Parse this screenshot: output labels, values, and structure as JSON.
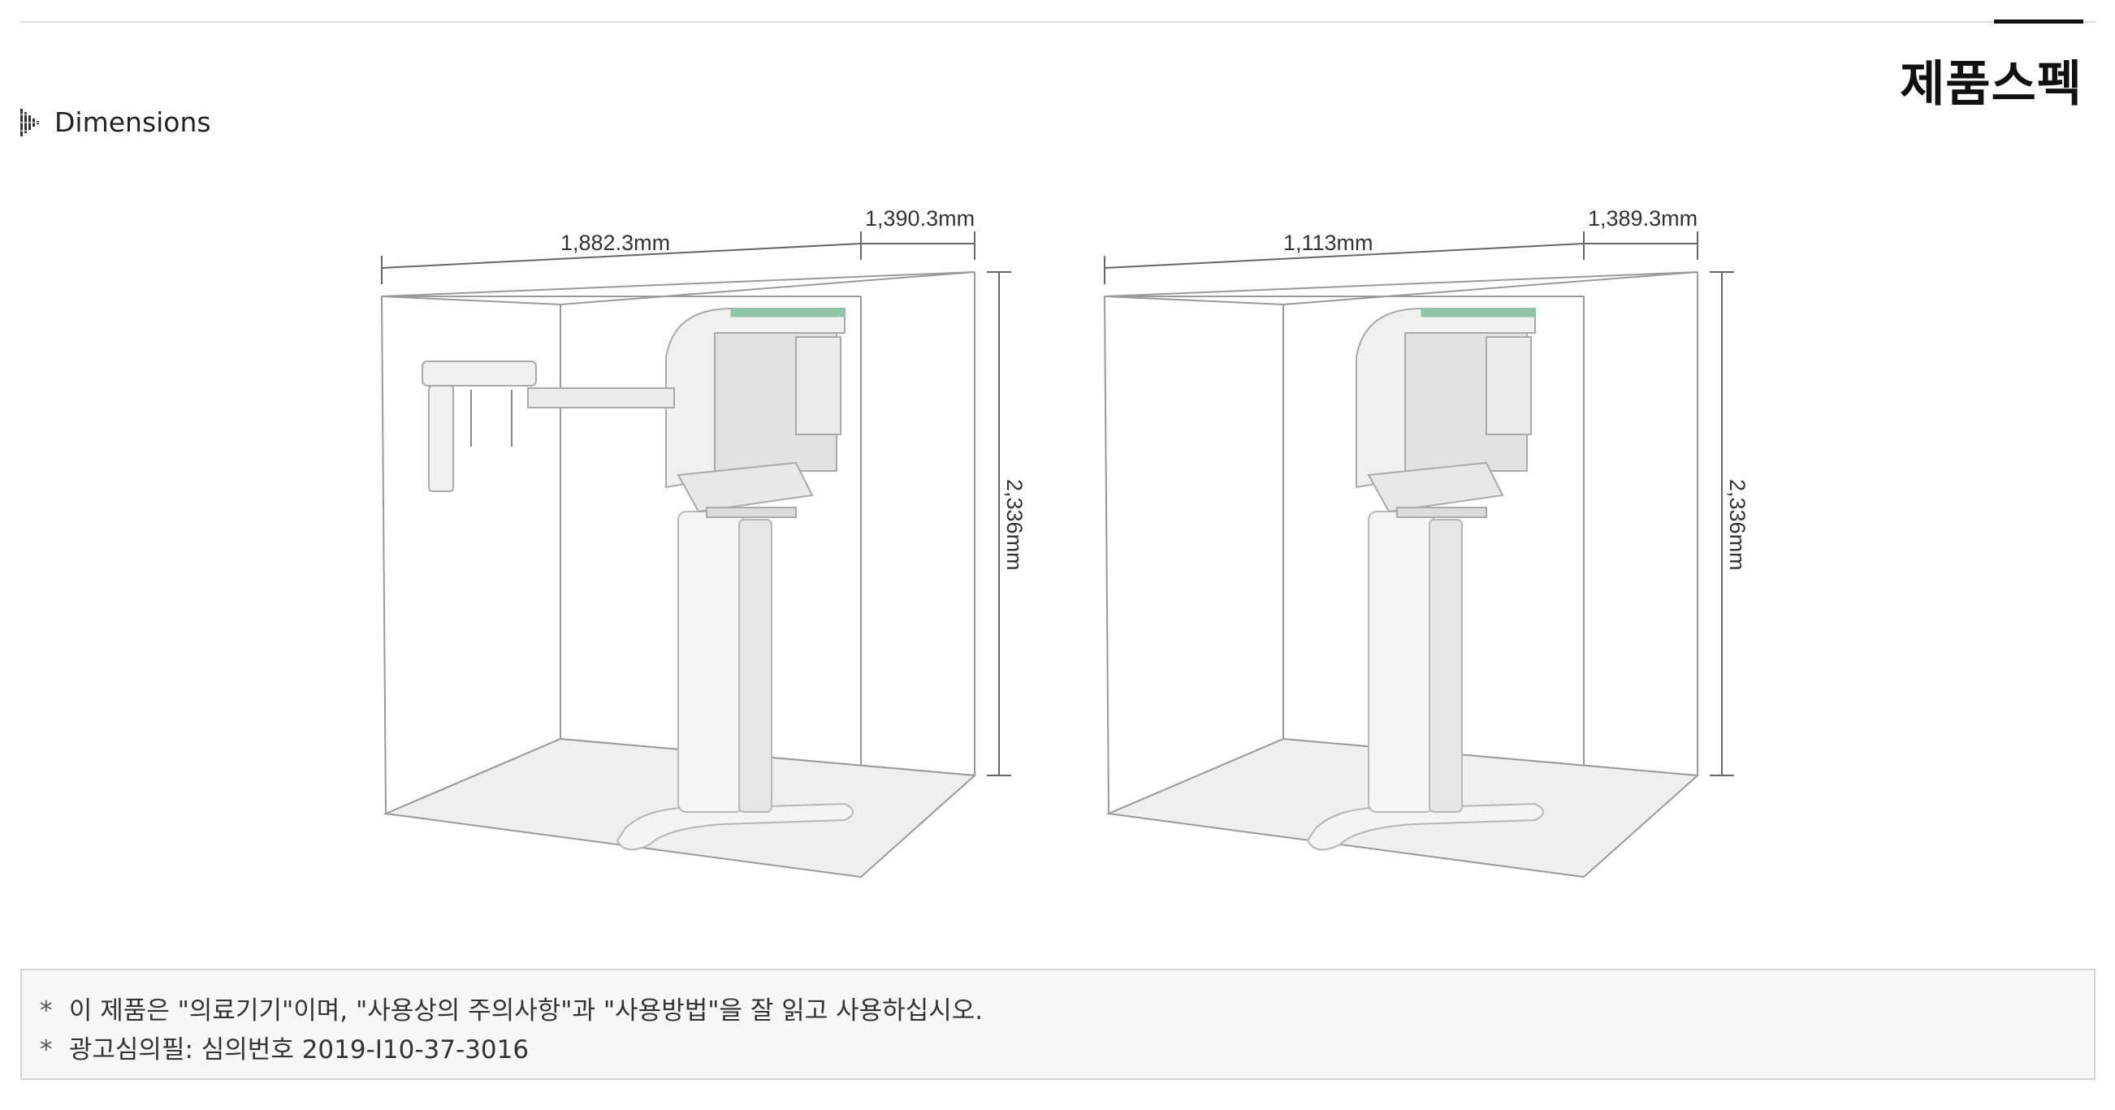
{
  "header": {
    "title": "제품스펙"
  },
  "section": {
    "icon": "bar-graph-icon",
    "label": "Dimensions"
  },
  "figures": [
    {
      "name": "with-cephalostat",
      "width_label": "1,882.3mm",
      "depth_label": "1,390.3mm",
      "height_label": "2,336mm"
    },
    {
      "name": "without-cephalostat",
      "width_label": "1,113mm",
      "depth_label": "1,389.3mm",
      "height_label": "2,336mm"
    }
  ],
  "notice": {
    "bullet": "*",
    "line1": "이 제품은 \"의료기기\"이며, \"사용상의 주의사항\"과 \"사용방법\"을 잘 읽고 사용하십시오.",
    "line2": "광고심의필: 심의번호 2019-I10-37-3016"
  },
  "colors": {
    "accent_line": "#111111",
    "device_teal": "#8fc7a8",
    "notice_bg": "#f7f7f7"
  }
}
